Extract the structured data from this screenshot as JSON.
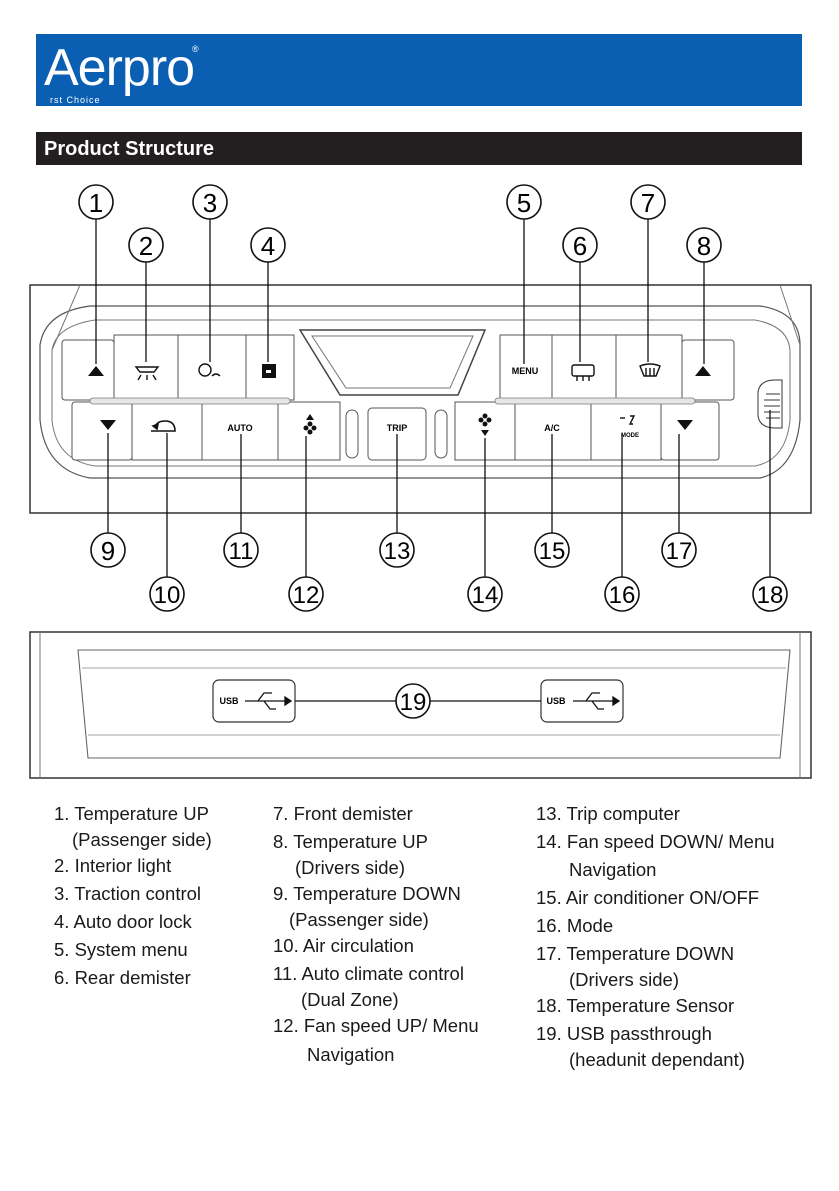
{
  "brand": {
    "name": "Aerpro",
    "registered": "®",
    "tagline": "rst Choice"
  },
  "section": {
    "title": "Product Structure"
  },
  "panel_labels": {
    "menu": "MENU",
    "auto": "AUTO",
    "trip": "TRIP",
    "ac": "A/C",
    "mode": "MODE",
    "usb": "USB"
  },
  "callouts": {
    "n1": "1",
    "n2": "2",
    "n3": "3",
    "n4": "4",
    "n5": "5",
    "n6": "6",
    "n7": "7",
    "n8": "8",
    "n9": "9",
    "n10": "10",
    "n11": "11",
    "n12": "12",
    "n13": "13",
    "n14": "14",
    "n15": "15",
    "n16": "16",
    "n17": "17",
    "n18": "18",
    "n19": "19"
  },
  "legend": {
    "col1": [
      {
        "text": "1. Temperature UP",
        "sub": "(Passenger side)"
      },
      {
        "text": "2. Interior light"
      },
      {
        "text": "3. Traction control"
      },
      {
        "text": "4. Auto door lock"
      },
      {
        "text": "5. System menu"
      },
      {
        "text": "6. Rear demister"
      }
    ],
    "col2": [
      {
        "text": "7. Front demister"
      },
      {
        "text": "8. Temperature UP",
        "sub": "(Drivers side)"
      },
      {
        "text": "9. Temperature DOWN",
        "sub": "(Passenger side)"
      },
      {
        "text": "10. Air circulation"
      },
      {
        "text": "11. Auto climate control",
        "sub": "(Dual Zone)"
      },
      {
        "text": "12. Fan speed UP/ Menu",
        "sub": "Navigation"
      }
    ],
    "col3": [
      {
        "text": "13. Trip computer"
      },
      {
        "text": "14. Fan speed DOWN/ Menu",
        "sub": "Navigation"
      },
      {
        "text": "15. Air conditioner ON/OFF"
      },
      {
        "text": "16. Mode"
      },
      {
        "text": "17. Temperature DOWN",
        "sub": "(Drivers side)"
      },
      {
        "text": "18. Temperature Sensor"
      },
      {
        "text": "19. USB passthrough",
        "sub": "(headunit dependant)"
      }
    ]
  }
}
